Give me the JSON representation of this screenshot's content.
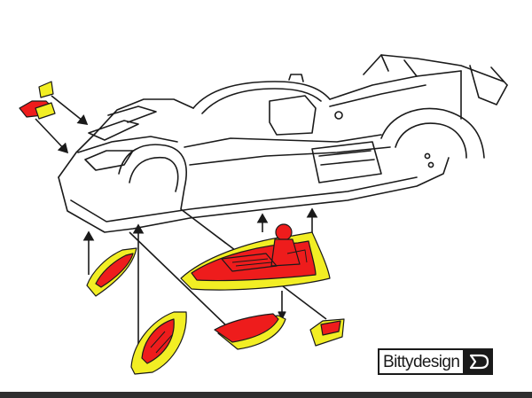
{
  "brand": {
    "logo_text": "Bittydesign"
  },
  "colors": {
    "part_red": "#ee1c1c",
    "part_yellow": "#f2ee24",
    "line": "#1a1a1a",
    "bottom_bar": "#2f2f2f"
  },
  "parts": [
    "front-splitter-flaps",
    "nose-interior-panel",
    "cockpit-tub-with-driver",
    "front-wheel-well-insert",
    "rear-mirror-pair",
    "left-mirror-pod"
  ]
}
